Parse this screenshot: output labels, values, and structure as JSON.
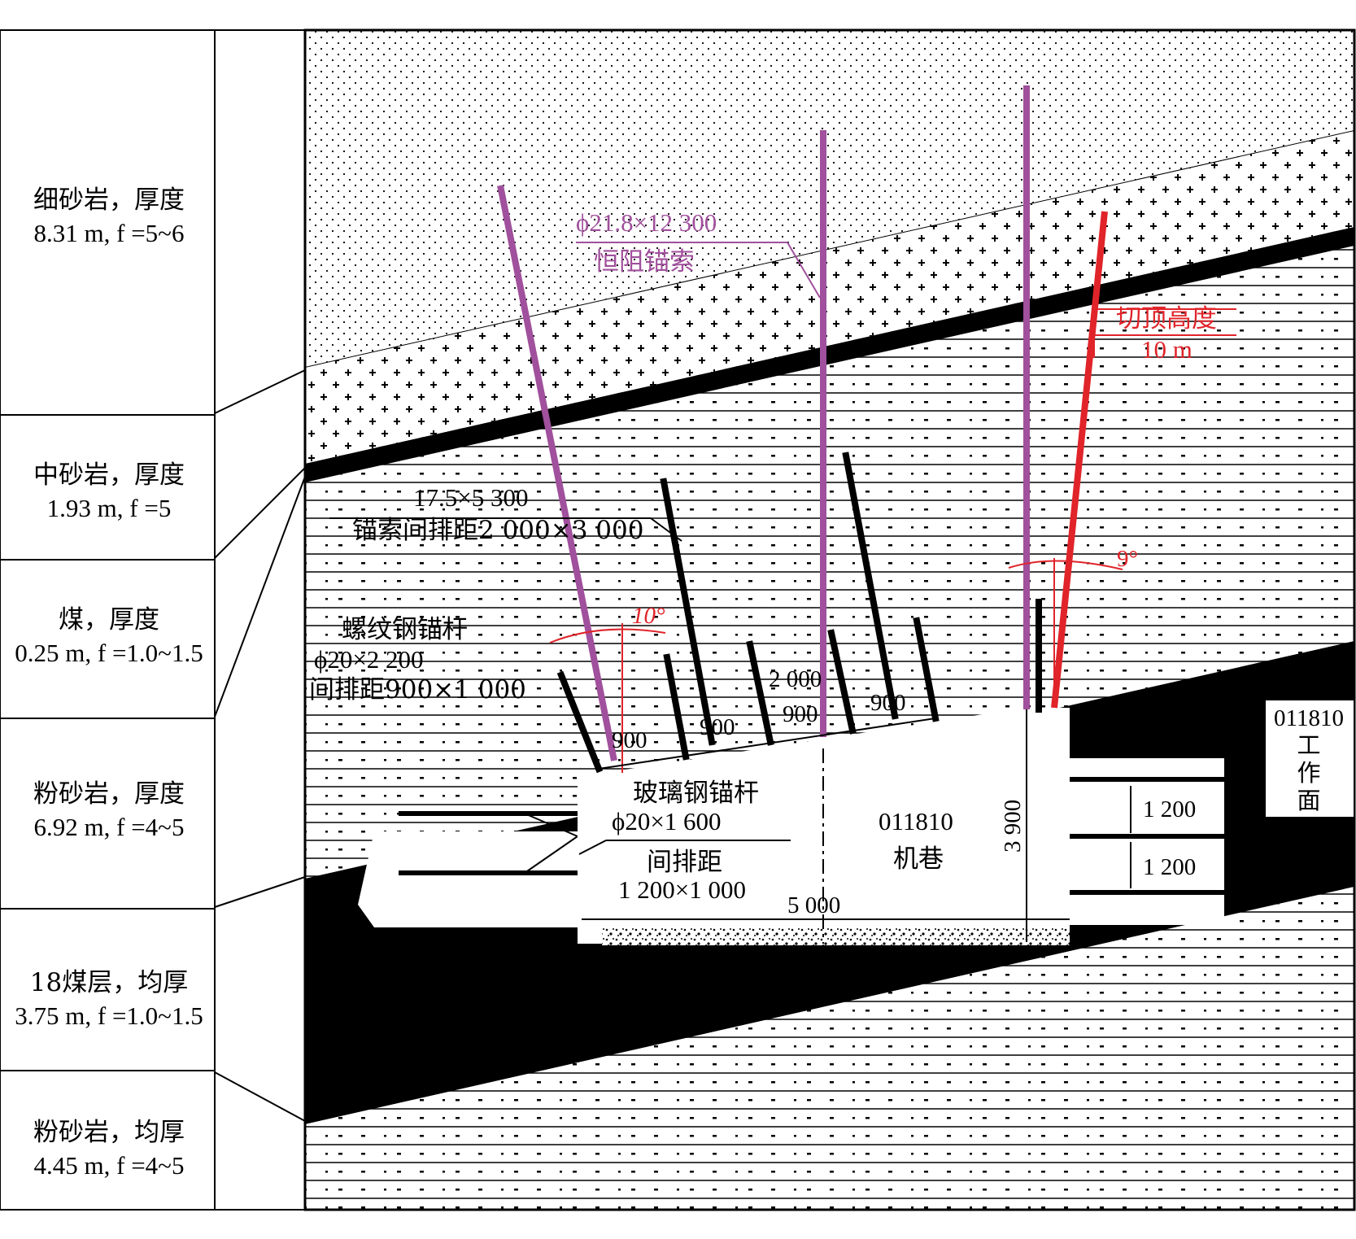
{
  "colors": {
    "cable": "#a0509c",
    "cut": "#e0242a",
    "ink": "#000000",
    "paper": "#ffffff"
  },
  "legend": [
    {
      "name": "细砂岩，厚度",
      "props": "8.31 m, f =5~6"
    },
    {
      "name": "中砂岩，厚度",
      "props": "1.93 m, f =5"
    },
    {
      "name": "煤，厚度",
      "props": "0.25 m, f =1.0~1.5"
    },
    {
      "name": "粉砂岩，厚度",
      "props": "6.92 m, f =4~5"
    },
    {
      "name": "18煤层，均厚",
      "props": "3.75 m, f =1.0~1.5"
    },
    {
      "name": "粉砂岩，均厚",
      "props": "4.45 m, f =4~5"
    }
  ],
  "labels": {
    "cable_spec": "ϕ21.8×12 300",
    "cable_name": "恒阻锚索",
    "cut_title": "切顶高度",
    "cut_height": "10 m",
    "anchor_spec": "17.5×5 300",
    "anchor_spacing": "锚索间排距2 000×3 000",
    "bolt_name": "螺纹钢锚杆",
    "bolt_spec": "ϕ20×2 200",
    "bolt_spacing": "间排距900×1 000",
    "angle_left": "10°",
    "angle_right": "9°",
    "gfrp_name": "玻璃钢锚杆",
    "gfrp_spec": "ϕ20×1 600",
    "gfrp_spacing_title": "间排距",
    "gfrp_spacing": "1 200×1 000",
    "roadway_id": "011810",
    "roadway_name": "机巷",
    "face_id": "011810",
    "face_c1": "工",
    "face_c2": "作",
    "face_c3": "面",
    "dim_width": "5 000",
    "dim_height": "3 900",
    "dim_s1": "1 200",
    "dim_s2": "1 200",
    "dim_900a": "900",
    "dim_900b": "900",
    "dim_900c": "900",
    "dim_900d": "900",
    "dim_2000": "2 000"
  }
}
